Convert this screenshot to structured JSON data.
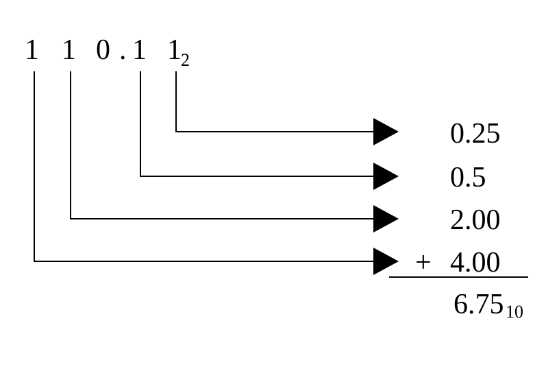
{
  "binary_number": {
    "digits": [
      "1",
      "1",
      "0",
      ".",
      "1",
      "1"
    ],
    "base": "2"
  },
  "place_values": [
    {
      "digit_index": 5,
      "value": "0.25"
    },
    {
      "digit_index": 4,
      "value": "0.5"
    },
    {
      "digit_index": 1,
      "value": "2.00"
    },
    {
      "digit_index": 0,
      "value": "4.00",
      "operator": "+"
    }
  ],
  "result": {
    "value": "6.75",
    "base": "10"
  }
}
